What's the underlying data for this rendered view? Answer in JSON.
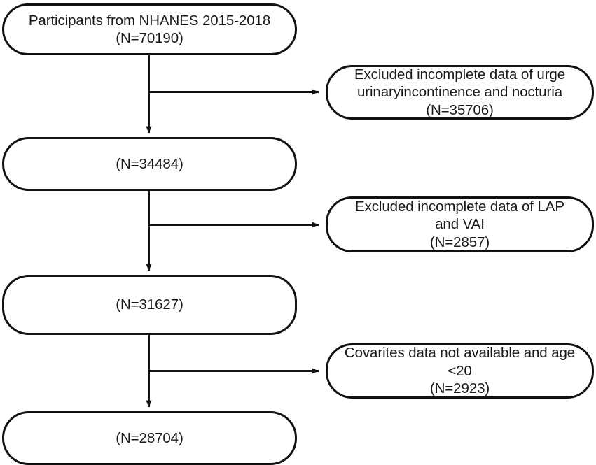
{
  "figure": {
    "type": "flowchart",
    "title": "NHANES participant selection flow diagram",
    "orientation": "top-to-bottom with right-side exclusion branches",
    "colors": {
      "stroke": "#111111",
      "text": "#1a1a1a",
      "background": "#ffffff"
    }
  },
  "main_nodes": [
    {
      "id": "n1",
      "label": "Participants from NHANES 2015-2018\n(N=70190)",
      "count": 70190,
      "count_label": "(N=70190)"
    },
    {
      "id": "n2",
      "label": "(N=34484)",
      "count": 34484,
      "count_label": "(N=34484)"
    },
    {
      "id": "n3",
      "label": "(N=31627)",
      "count": 31627,
      "count_label": "(N=31627)"
    },
    {
      "id": "n4",
      "label": "(N=28704)",
      "count": 28704,
      "count_label": "(N=28704)"
    }
  ],
  "exclusion_nodes": [
    {
      "id": "e1",
      "label": "Excluded incomplete data of urge\nurinaryincontinence and nocturia\n(N=35706)",
      "count": 35706,
      "count_label": "(N=35706)"
    },
    {
      "id": "e2",
      "label": "Excluded incomplete data of LAP\nand VAI\n(N=2857)",
      "count": 2857,
      "count_label": "(N=2857)"
    },
    {
      "id": "e3",
      "label": "Covarites data not available and age\n<20\n(N=2923)",
      "count": 2923,
      "count_label": "(N=2923)"
    }
  ],
  "connectors": [
    {
      "id": "c1",
      "from": "n1",
      "to": "n2",
      "direction": "down"
    },
    {
      "id": "c2",
      "from": "n1",
      "to": "e1",
      "direction": "right"
    },
    {
      "id": "c3",
      "from": "n2",
      "to": "n3",
      "direction": "down"
    },
    {
      "id": "c4",
      "from": "n2",
      "to": "e2",
      "direction": "right"
    },
    {
      "id": "c5",
      "from": "n3",
      "to": "n4",
      "direction": "down"
    },
    {
      "id": "c6",
      "from": "n3",
      "to": "e3",
      "direction": "right"
    }
  ]
}
